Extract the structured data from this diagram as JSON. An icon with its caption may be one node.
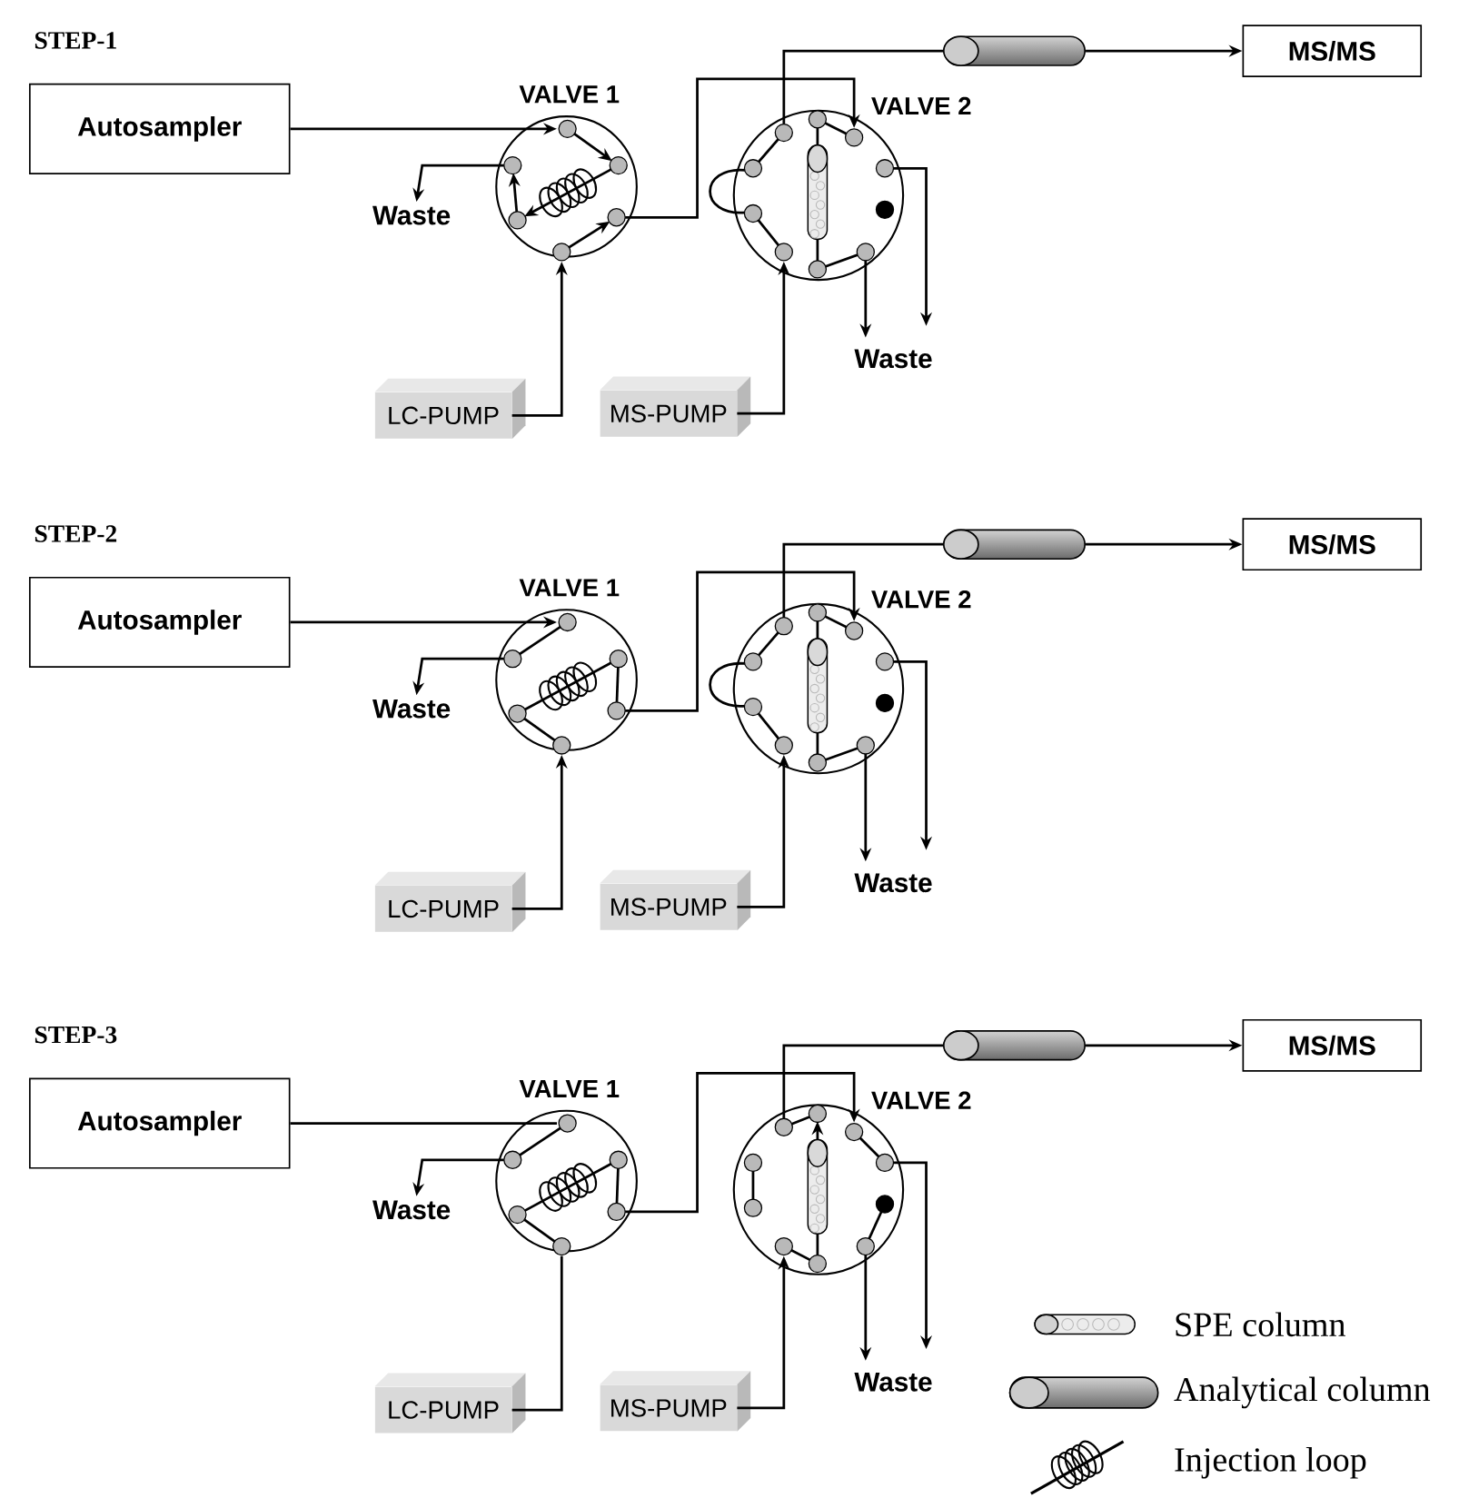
{
  "diagram": {
    "nodes": [
      {
        "text": [
          "Autosampler"
        ]
      },
      {
        "text": [
          "VALVE 1"
        ]
      },
      {
        "text": [
          "Waste"
        ]
      },
      {
        "text": [
          "VALVE 2"
        ]
      },
      {
        "text": [
          "Waste"
        ]
      },
      {
        "text": [
          "LC-PUMP"
        ]
      },
      {
        "text": [
          "MS-PUMP"
        ]
      },
      {
        "text": [],
        "shape": "cylinder"
      },
      {
        "text": [
          "MS/MS"
        ]
      },
      {
        "text": [
          "Autosampler"
        ]
      },
      {
        "text": [
          "VALVE 1"
        ]
      },
      {
        "text": [
          "Waste"
        ]
      },
      {
        "text": [
          "VALVE 2"
        ]
      },
      {
        "text": [
          "Waste"
        ]
      },
      {
        "text": [
          "LC-PUMP"
        ]
      },
      {
        "text": [
          "MS-PUMP"
        ]
      },
      {
        "text": [],
        "shape": "cylinder"
      },
      {
        "text": [
          "MS/MS"
        ]
      },
      {
        "text": [
          "Autosampler"
        ]
      },
      {
        "text": [
          "VALVE 1"
        ]
      },
      {
        "text": [
          "Waste"
        ]
      },
      {
        "text": [
          "VALVE 2"
        ]
      },
      {
        "text": [
          "Waste"
        ]
      },
      {
        "text": [
          "LC-PUMP"
        ]
      },
      {
        "text": [
          "MS-PUMP"
        ]
      },
      {
        "text": [],
        "shape": "cylinder"
      },
      {
        "text": [
          "MS/MS"
        ]
      }
    ],
    "edges": [
      {
        "from": 0,
        "to": 1,
        "arrow": "to"
      },
      {
        "from": 1,
        "to": 2,
        "arrow": "to"
      },
      {
        "from": 5,
        "to": 1,
        "arrow": "to"
      },
      {
        "from": 1,
        "to": 3,
        "arrow": "to"
      },
      {
        "from": 6,
        "to": 3,
        "arrow": "to"
      },
      {
        "from": 3,
        "to": 4,
        "arrow": "to"
      },
      {
        "from": 3,
        "to": 4,
        "arrow": "to"
      },
      {
        "from": 3,
        "to": 7,
        "arrow": "none"
      },
      {
        "from": 7,
        "to": 8,
        "arrow": "to"
      },
      {
        "from": 9,
        "to": 10,
        "arrow": "to"
      },
      {
        "from": 10,
        "to": 11,
        "arrow": "to"
      },
      {
        "from": 14,
        "to": 10,
        "arrow": "to"
      },
      {
        "from": 10,
        "to": 12,
        "arrow": "to"
      },
      {
        "from": 15,
        "to": 12,
        "arrow": "to"
      },
      {
        "from": 12,
        "to": 13,
        "arrow": "to"
      },
      {
        "from": 12,
        "to": 13,
        "arrow": "to"
      },
      {
        "from": 12,
        "to": 16,
        "arrow": "none"
      },
      {
        "from": 16,
        "to": 17,
        "arrow": "to"
      },
      {
        "from": 18,
        "to": 19,
        "arrow": "none"
      },
      {
        "from": 19,
        "to": 20,
        "arrow": "to"
      },
      {
        "from": 23,
        "to": 19,
        "arrow": "none"
      },
      {
        "from": 19,
        "to": 21,
        "arrow": "to"
      },
      {
        "from": 24,
        "to": 21,
        "arrow": "to"
      },
      {
        "from": 21,
        "to": 22,
        "arrow": "to"
      },
      {
        "from": 21,
        "to": 22,
        "arrow": "to"
      },
      {
        "from": 21,
        "to": 25,
        "arrow": "none"
      },
      {
        "from": 25,
        "to": 26,
        "arrow": "to"
      }
    ],
    "labels": [
      "STEP-1",
      "STEP-2",
      "STEP-3"
    ],
    "legend": [
      {
        "text": "SPE column"
      },
      {
        "text": "Analytical column"
      },
      {
        "text": "Injection loop"
      }
    ]
  }
}
